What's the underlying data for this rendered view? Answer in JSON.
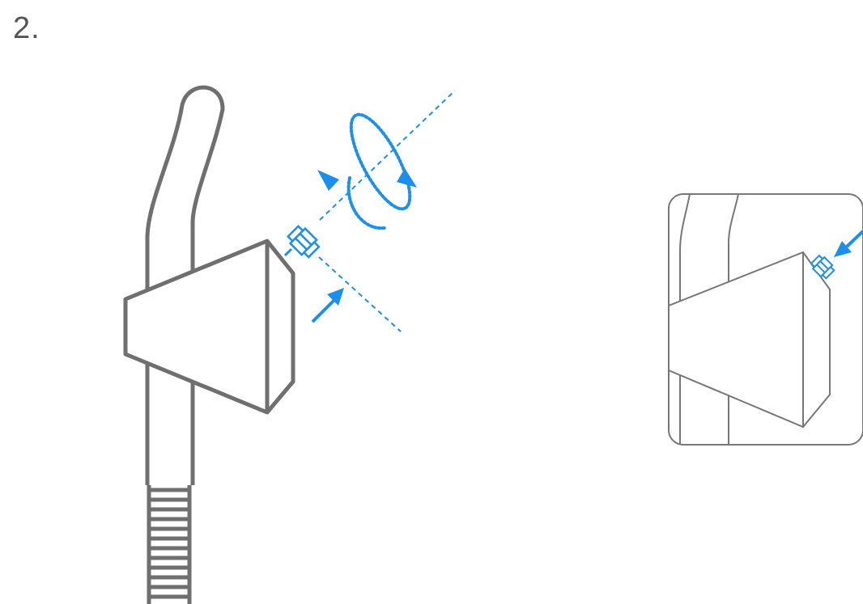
{
  "step": {
    "number": "2."
  },
  "illustration": {
    "main": "bracket-with-bolt-main-view",
    "detail": "bracket-with-bolt-detail-inset"
  },
  "colors": {
    "line_gray": "#6f6f6f",
    "accent_blue": "#1a8ff0",
    "inset_gray": "#777777",
    "background": "#ffffff"
  },
  "icons": {
    "insert_arrow": "arrow-up-right-icon",
    "rotate_arrow": "rotation-arrow-icon",
    "detail_arrow": "arrow-down-left-icon"
  }
}
